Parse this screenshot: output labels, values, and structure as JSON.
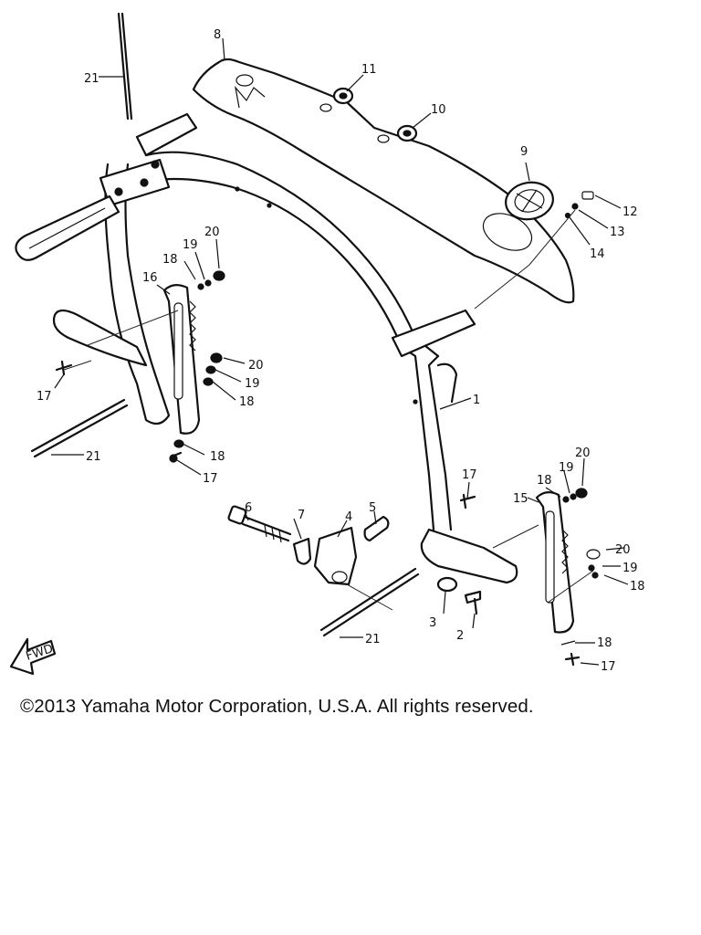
{
  "diagram": {
    "callouts": [
      {
        "id": "c1",
        "text": "1"
      },
      {
        "id": "c2",
        "text": "2"
      },
      {
        "id": "c3",
        "text": "3"
      },
      {
        "id": "c4",
        "text": "4"
      },
      {
        "id": "c5",
        "text": "5"
      },
      {
        "id": "c6",
        "text": "6"
      },
      {
        "id": "c7",
        "text": "7"
      },
      {
        "id": "c8",
        "text": "8"
      },
      {
        "id": "c9",
        "text": "9"
      },
      {
        "id": "c10",
        "text": "10"
      },
      {
        "id": "c11",
        "text": "11"
      },
      {
        "id": "c12",
        "text": "12"
      },
      {
        "id": "c13",
        "text": "13"
      },
      {
        "id": "c14",
        "text": "14"
      },
      {
        "id": "c15",
        "text": "15"
      },
      {
        "id": "c16",
        "text": "16"
      },
      {
        "id": "c17a",
        "text": "17"
      },
      {
        "id": "c17b",
        "text": "17"
      },
      {
        "id": "c17c",
        "text": "17"
      },
      {
        "id": "c17d",
        "text": "17"
      },
      {
        "id": "c18a",
        "text": "18"
      },
      {
        "id": "c18b",
        "text": "18"
      },
      {
        "id": "c18c",
        "text": "18"
      },
      {
        "id": "c18d",
        "text": "18"
      },
      {
        "id": "c18e",
        "text": "18"
      },
      {
        "id": "c18f",
        "text": "18"
      },
      {
        "id": "c19a",
        "text": "19"
      },
      {
        "id": "c19b",
        "text": "19"
      },
      {
        "id": "c19c",
        "text": "19"
      },
      {
        "id": "c19d",
        "text": "19"
      },
      {
        "id": "c20a",
        "text": "20"
      },
      {
        "id": "c20b",
        "text": "20"
      },
      {
        "id": "c20c",
        "text": "20"
      },
      {
        "id": "c20d",
        "text": "20"
      },
      {
        "id": "c21a",
        "text": "21"
      },
      {
        "id": "c21b",
        "text": "21"
      },
      {
        "id": "c21c",
        "text": "21"
      }
    ],
    "fwd_label": "FWD"
  },
  "footer": {
    "copyright": "©2013 Yamaha Motor Corporation, U.S.A. All rights reserved."
  }
}
